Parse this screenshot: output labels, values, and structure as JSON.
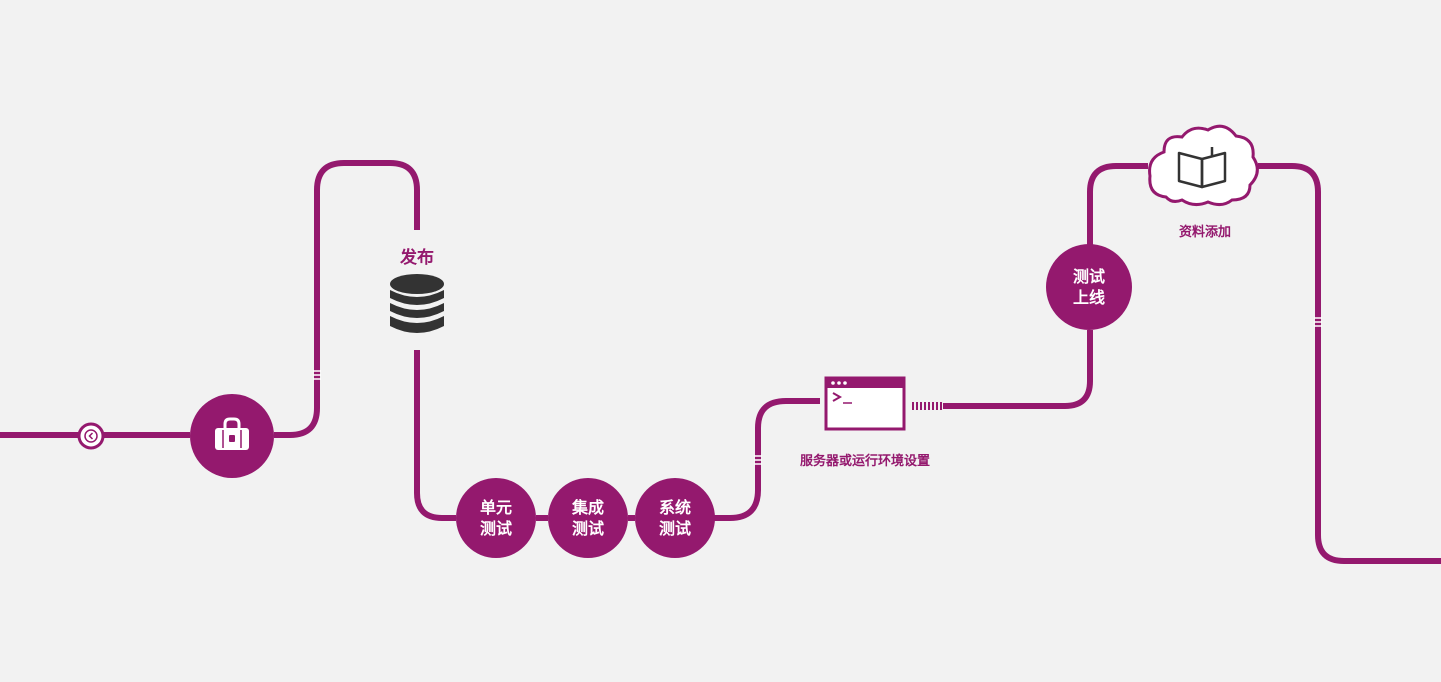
{
  "theme": {
    "accent": "#94196e",
    "background": "#f2f2f2",
    "icon_dark": "#333333"
  },
  "steps": {
    "start": {
      "icon": "chevron-left-icon"
    },
    "package": {
      "icon": "briefcase-icon"
    },
    "publish": {
      "label": "发布",
      "icon": "database-icon"
    },
    "unit_test": {
      "line1": "单元",
      "line2": "测试"
    },
    "integration_test": {
      "line1": "集成",
      "line2": "测试"
    },
    "system_test": {
      "line1": "系统",
      "line2": "测试"
    },
    "server_setup": {
      "label": "服务器或运行环境设置",
      "icon": "terminal-window-icon"
    },
    "go_live_test": {
      "line1": "测试",
      "line2": "上线"
    },
    "docs_add": {
      "label": "资料添加",
      "icon": "open-book-cloud-icon"
    }
  }
}
